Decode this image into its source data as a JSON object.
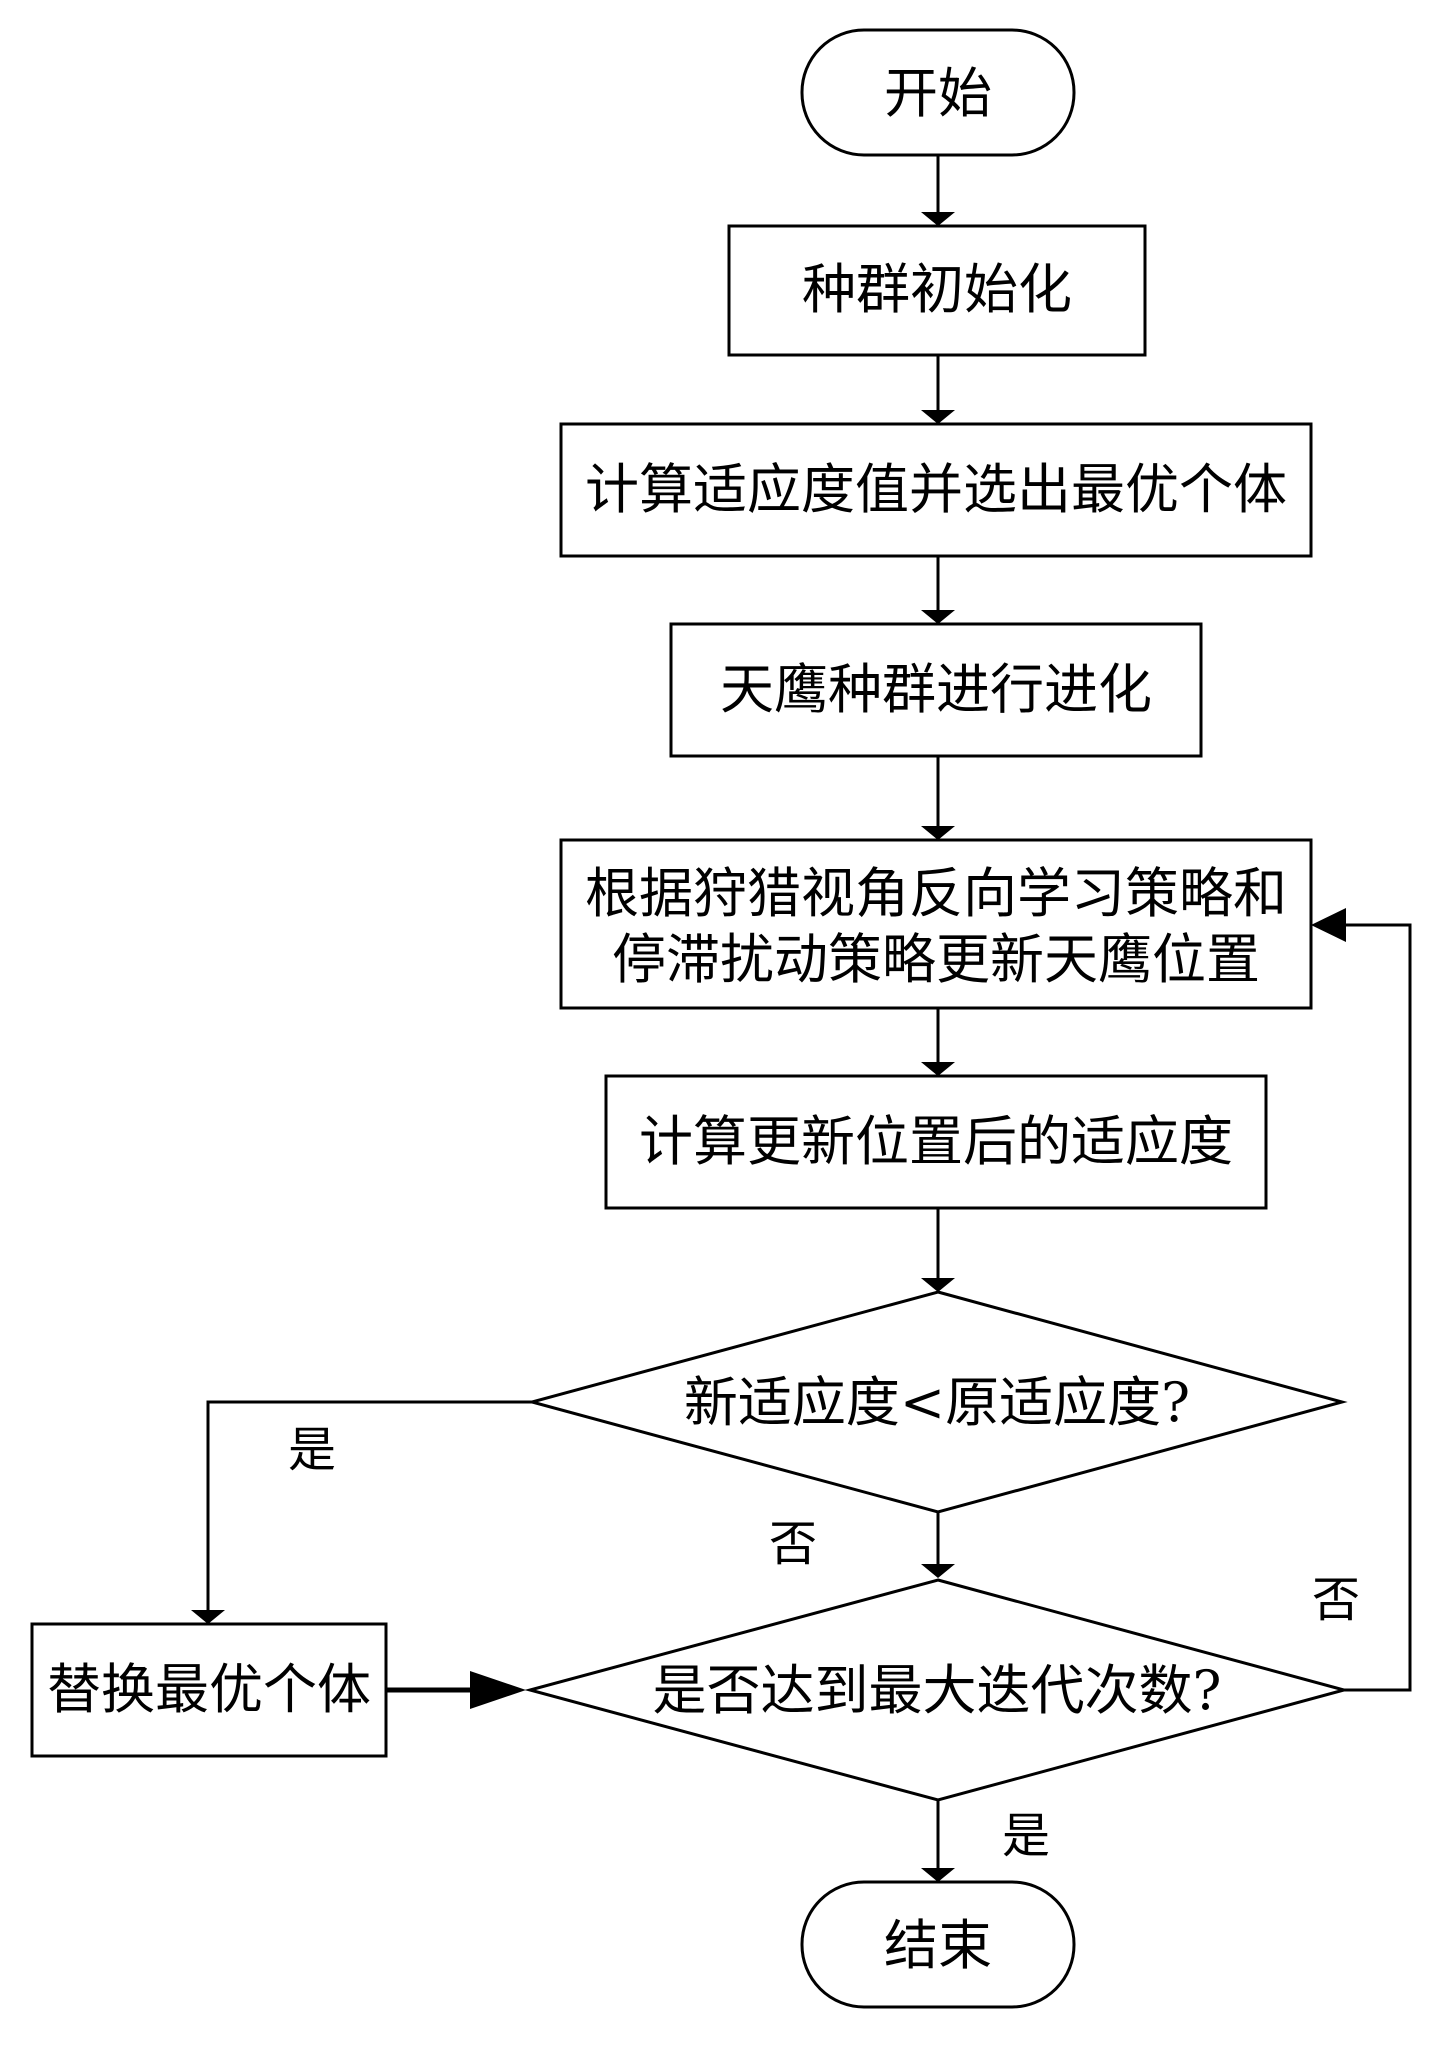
{
  "nodes": {
    "start": "开始",
    "init": "种群初始化",
    "fitness": "计算适应度值并选出最优个体",
    "evolve": "天鹰种群进行进化",
    "update_line1": "根据狩猎视角反向学习策略和",
    "update_line2": "停滞扰动策略更新天鹰位置",
    "recompute": "计算更新位置后的适应度",
    "compare": "新适应度<原适应度?",
    "max_iter": "是否达到最大迭代次数?",
    "replace": "替换最优个体",
    "end": "结束"
  },
  "edge_labels": {
    "compare_yes": "是",
    "compare_no": "否",
    "max_iter_no": "否",
    "max_iter_yes": "是"
  }
}
